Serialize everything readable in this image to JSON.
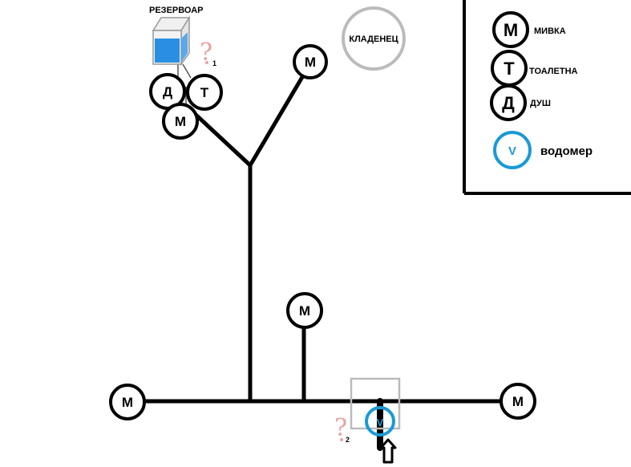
{
  "diagram": {
    "tank_label": "РЕЗЕРВОАР",
    "well_label": "КЛАДЕНЕЦ",
    "nodes": {
      "top_d": "Д",
      "top_t": "Т",
      "top_m": "М",
      "right_branch_m": "М",
      "middle_m": "М",
      "left_m": "М",
      "right_m": "М",
      "meter_v": "V"
    },
    "question_1": "?",
    "question_1_num": "1",
    "question_2": "?",
    "question_2_num": "2"
  },
  "legend": {
    "items": [
      {
        "symbol": "М",
        "label": "МИВКА"
      },
      {
        "symbol": "Т",
        "label": "ТОАЛЕТНА"
      },
      {
        "symbol": "Д",
        "label": "ДУШ"
      },
      {
        "symbol": "V",
        "label": "водомер"
      }
    ]
  },
  "colors": {
    "pipe": "#000000",
    "meter": "#1a9ad6",
    "well": "#bbbbbb",
    "tank_water": "#2a8fe0",
    "question": "#e8a0a0"
  }
}
